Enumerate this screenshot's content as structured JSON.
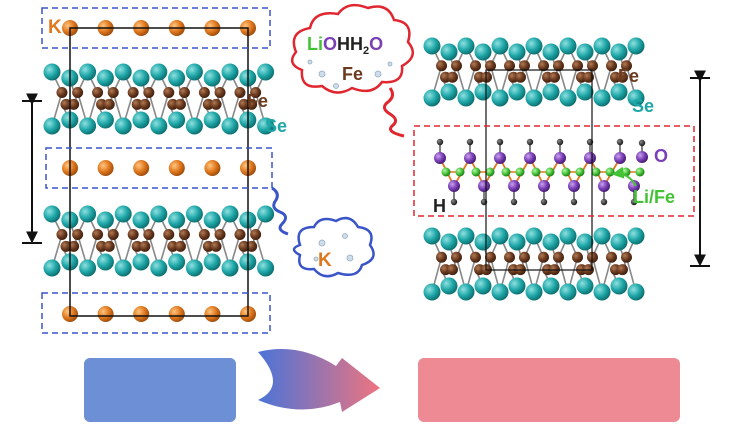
{
  "labels": {
    "k_top": "K",
    "fe_left": "Fe",
    "se_left": "Se",
    "k_bubble": "K",
    "bubble_li": "Li",
    "bubble_o1": "O",
    "bubble_hh": "HH",
    "bubble_sub2": "2",
    "bubble_o2": "O",
    "bubble_fe": "Fe",
    "fe_right": "Fe",
    "se_right": "Se",
    "o_right": "O",
    "h_right": "H",
    "life_right": "Li/Fe"
  },
  "colors": {
    "se": "#1fa7a8",
    "fe": "#6b3a1f",
    "k": "#e0781e",
    "o": "#7a3fb5",
    "h": "#222222",
    "li": "#44c236",
    "box_blue": "#3a55c8",
    "box_red": "#e0262e",
    "left_panel": "#6d8fd6",
    "right_panel": "#ee8a93"
  }
}
